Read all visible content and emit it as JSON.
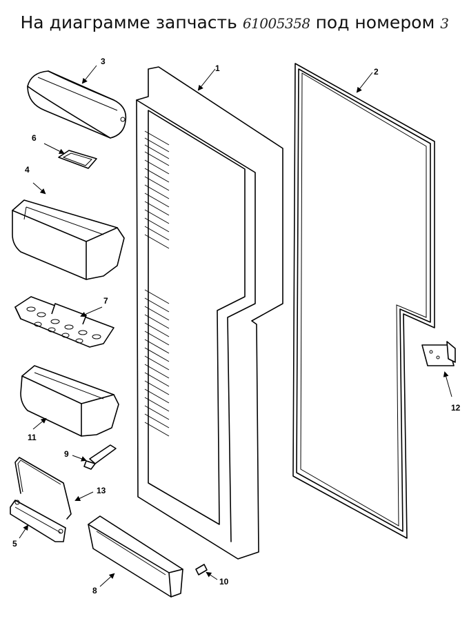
{
  "title": {
    "prefix": "На диаграмме запчасть",
    "part_number": "61005358",
    "middle": "под номером",
    "callout_number": "3"
  },
  "callouts": {
    "c1": "1",
    "c2": "2",
    "c3": "3",
    "c4": "4",
    "c5": "5",
    "c6": "6",
    "c7": "7",
    "c8": "8",
    "c9": "9",
    "c10": "10",
    "c11": "11",
    "c12": "12",
    "c13": "13"
  }
}
